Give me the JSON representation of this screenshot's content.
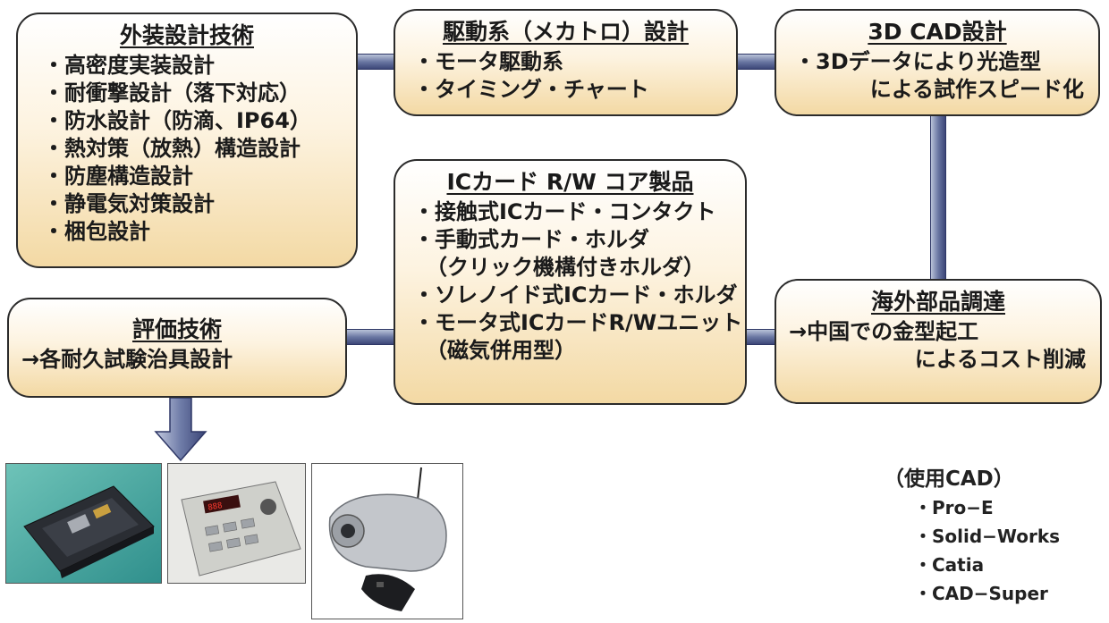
{
  "boxes": {
    "exterior": {
      "title": "外装設計技術",
      "items": [
        "・高密度実装設計",
        "・耐衝撃設計（落下対応）",
        "・防水設計（防滴、IP64）",
        "・熱対策（放熱）構造設計",
        "・防塵構造設計",
        "・静電気対策設計",
        "・梱包設計"
      ]
    },
    "drive": {
      "title": "駆動系（メカトロ）設計",
      "items": [
        "・モータ駆動系",
        "・タイミング・チャート"
      ]
    },
    "cad3d": {
      "title": "3D CAD設計",
      "items": [
        "・3Dデータにより光造型",
        "による試作スピード化"
      ]
    },
    "iccard": {
      "title": "ICカード R/W コア製品",
      "items": [
        "・接触式ICカード・コンタクト",
        "・手動式カード・ホルダ",
        "（クリック機構付きホルダ）",
        "・ソレノイド式ICカード・ホルダ",
        "・モータ式ICカードR/Wユニット",
        "（磁気併用型）"
      ]
    },
    "evaluation": {
      "title": "評価技術",
      "items": [
        "→各耐久試験治具設計"
      ]
    },
    "overseas": {
      "title": "海外部品調達",
      "items": [
        "→中国での金型起工",
        "によるコスト削減"
      ]
    }
  },
  "cad_list": {
    "heading": "（使用CAD）",
    "items": [
      "・Pro−E",
      "・Solid−Works",
      "・Catia",
      "・CAD−Super"
    ]
  },
  "colors": {
    "box_fill_top": "#ffffff",
    "box_fill_bottom": "#f3d9a4",
    "connector": "#6b78a3",
    "arrow": "#5a6696"
  }
}
